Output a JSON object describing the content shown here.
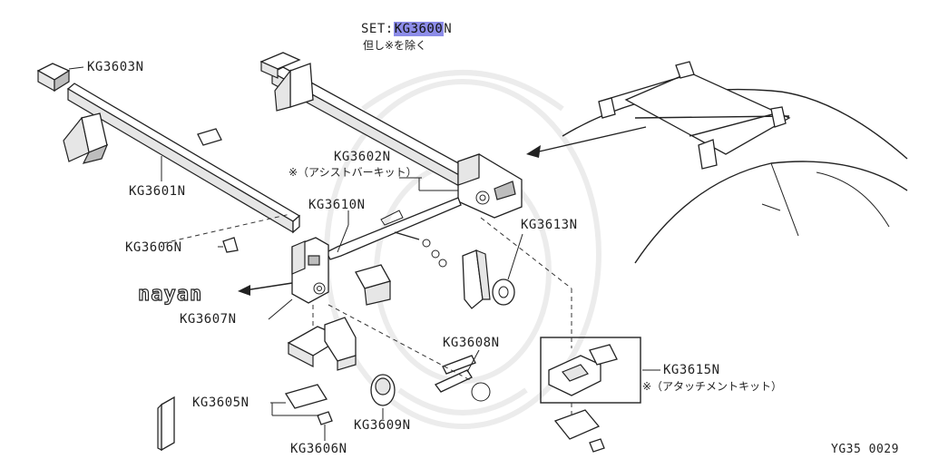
{
  "set": {
    "prefix": "SET:",
    "code_highlight": "KG3600",
    "code_suffix": "N",
    "note": "但し※を除く"
  },
  "labels": {
    "kg3603": "KG3603N",
    "kg3601": "KG3601N",
    "kg3602": "KG3602N",
    "kg3602_note": "※（アシストバーキット）",
    "kg3610": "KG3610N",
    "kg3613": "KG3613N",
    "kg3606_top": "KG3606N",
    "kg3607": "KG3607N",
    "kg3608": "KG3608N",
    "kg3615": "KG3615N",
    "kg3615_note": "※（アタッチメントキット）",
    "kg3605": "KG3605N",
    "kg3609": "KG3609N",
    "kg3606_bottom": "KG3606N"
  },
  "brand_logo": "nayan",
  "diagram_code": "YG35 0029"
}
